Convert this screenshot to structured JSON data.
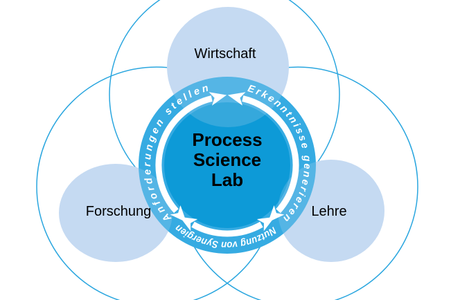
{
  "colors": {
    "background": "#FFFFFF",
    "outline_stroke": "#2AA6DF",
    "node_fill": "#C6DAF2",
    "ring_band": "#36ABE2",
    "hub_inner": "#0D9AD7",
    "arrow": "#FFFFFF",
    "cycle_text": "#FFFFFF",
    "label_text": "#000000",
    "center_text": "#000000"
  },
  "center": {
    "line1": "Process",
    "line2": "Science",
    "line3": "Lab"
  },
  "nodes": {
    "top": {
      "label": "Wirtschaft"
    },
    "left": {
      "label": "Forschung"
    },
    "right": {
      "label": "Lehre"
    }
  },
  "cycle": {
    "top_left": {
      "label": "Anforderungen stellen"
    },
    "right": {
      "label": "Erkenntnisse generieren"
    },
    "bottom": {
      "label": "Nutzung von Synergien"
    }
  }
}
